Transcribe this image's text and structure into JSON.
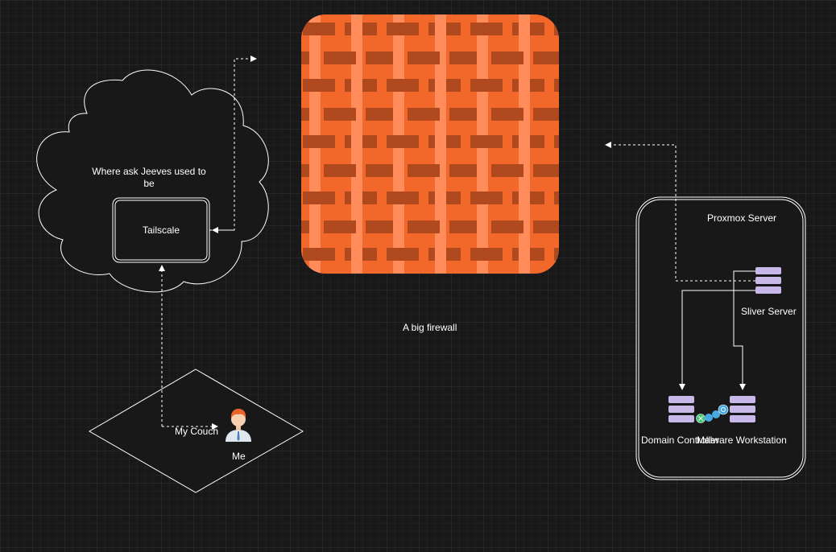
{
  "cloud": {
    "label": "Where ask Jeeves used to be"
  },
  "tailscale": {
    "label": "Tailscale"
  },
  "firewall": {
    "label": "A big firewall",
    "colors": {
      "base": "#f2682b",
      "light": "#ff8c5a",
      "dark": "#b04a1e"
    }
  },
  "couch": {
    "label": "My Couch"
  },
  "me": {
    "label": "Me",
    "icon": "person-avatar-icon"
  },
  "proxmox": {
    "title": "Proxmox Server",
    "sliver": {
      "label": "Sliver Server",
      "icon": "server-stack-icon"
    },
    "domain_controller": {
      "label": "Domain Controller",
      "icon": "server-stack-icon"
    },
    "malware_ws": {
      "label": "Malware Workstation",
      "icon": "server-stack-icon"
    },
    "link_icon": "network-link-icon"
  },
  "colors": {
    "server": "#c8b8e8",
    "line": "#ffffff",
    "link_green": "#3cc870",
    "link_blue": "#4aa8e0"
  }
}
